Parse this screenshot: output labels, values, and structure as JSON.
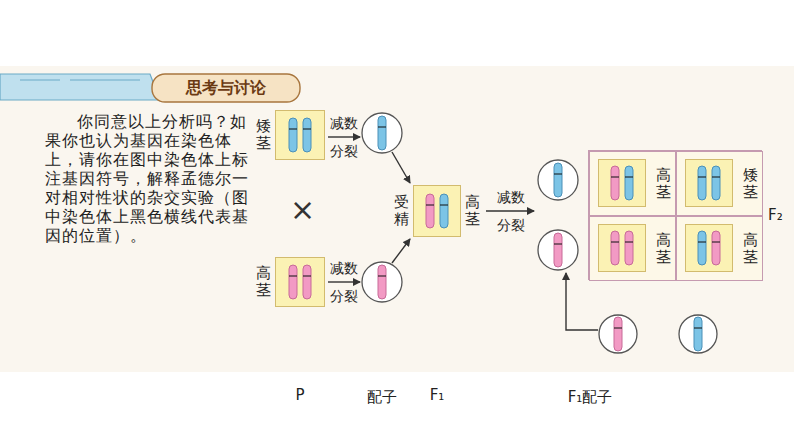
{
  "diagram": {
    "title": "思考与讨论",
    "nodes": [
      {
        "text": [
          "矮茎"
        ]
      },
      {
        "text": [
          "高茎"
        ]
      },
      {
        "text": [
          "受精",
          "高茎"
        ]
      },
      {
        "text": [
          "F₂"
        ]
      },
      {
        "text": [
          "高茎"
        ],
        "in": 3
      },
      {
        "text": [
          "矮茎"
        ],
        "in": 3
      },
      {
        "text": [
          "高茎"
        ],
        "in": 3
      },
      {
        "text": [
          "高茎"
        ],
        "in": 3
      }
    ],
    "labels": [
      "你同意以上分析吗？如果你也认为基因在染色体上，请你在图中染色体上标注基因符号，解释孟德尔一对相对性状的杂交实验（图中染色体上黑色横线代表基因的位置）。",
      "减数分裂",
      "减数分裂",
      "×",
      "减数分裂",
      "P",
      "配子",
      "F₁",
      "F₁配子"
    ]
  }
}
